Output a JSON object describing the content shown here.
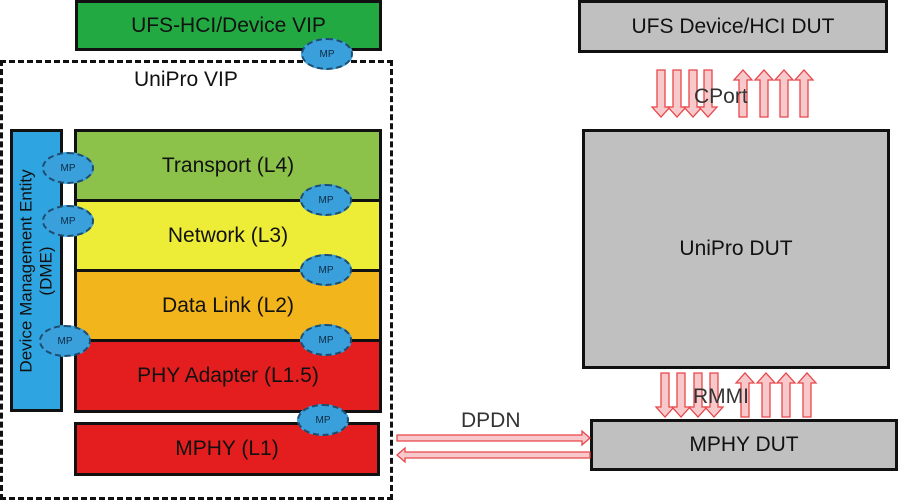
{
  "left": {
    "top_vip": {
      "label": "UFS-HCI/Device VIP",
      "color": "#23a942"
    },
    "unipro_vip": {
      "label": "UniPro VIP"
    },
    "dme": {
      "label_line1": "Device Management Entity",
      "label_line2": "(DME)",
      "color": "#2ea4e0"
    },
    "layers": [
      {
        "label": "Transport (L4)",
        "color": "#8dc24a"
      },
      {
        "label": "Network (L3)",
        "color": "#eded37"
      },
      {
        "label": "Data Link (L2)",
        "color": "#f2b51c"
      },
      {
        "label": "PHY Adapter (L1.5)",
        "color": "#e41e1e"
      },
      {
        "label": "MPHY (L1)",
        "color": "#e41e1e"
      }
    ],
    "mp_label": "MP"
  },
  "right": {
    "top_dut": {
      "label": "UFS Device/HCI DUT",
      "color": "#c0c0c0"
    },
    "unipro_dut": {
      "label": "UniPro DUT",
      "color": "#c0c0c0"
    },
    "mphy_dut": {
      "label": "MPHY DUT",
      "color": "#c0c0c0"
    },
    "cport_label": "CPort",
    "rmmi_label": "RMMI"
  },
  "link": {
    "label": "DPDN"
  },
  "arrow_color": "#e8464a"
}
